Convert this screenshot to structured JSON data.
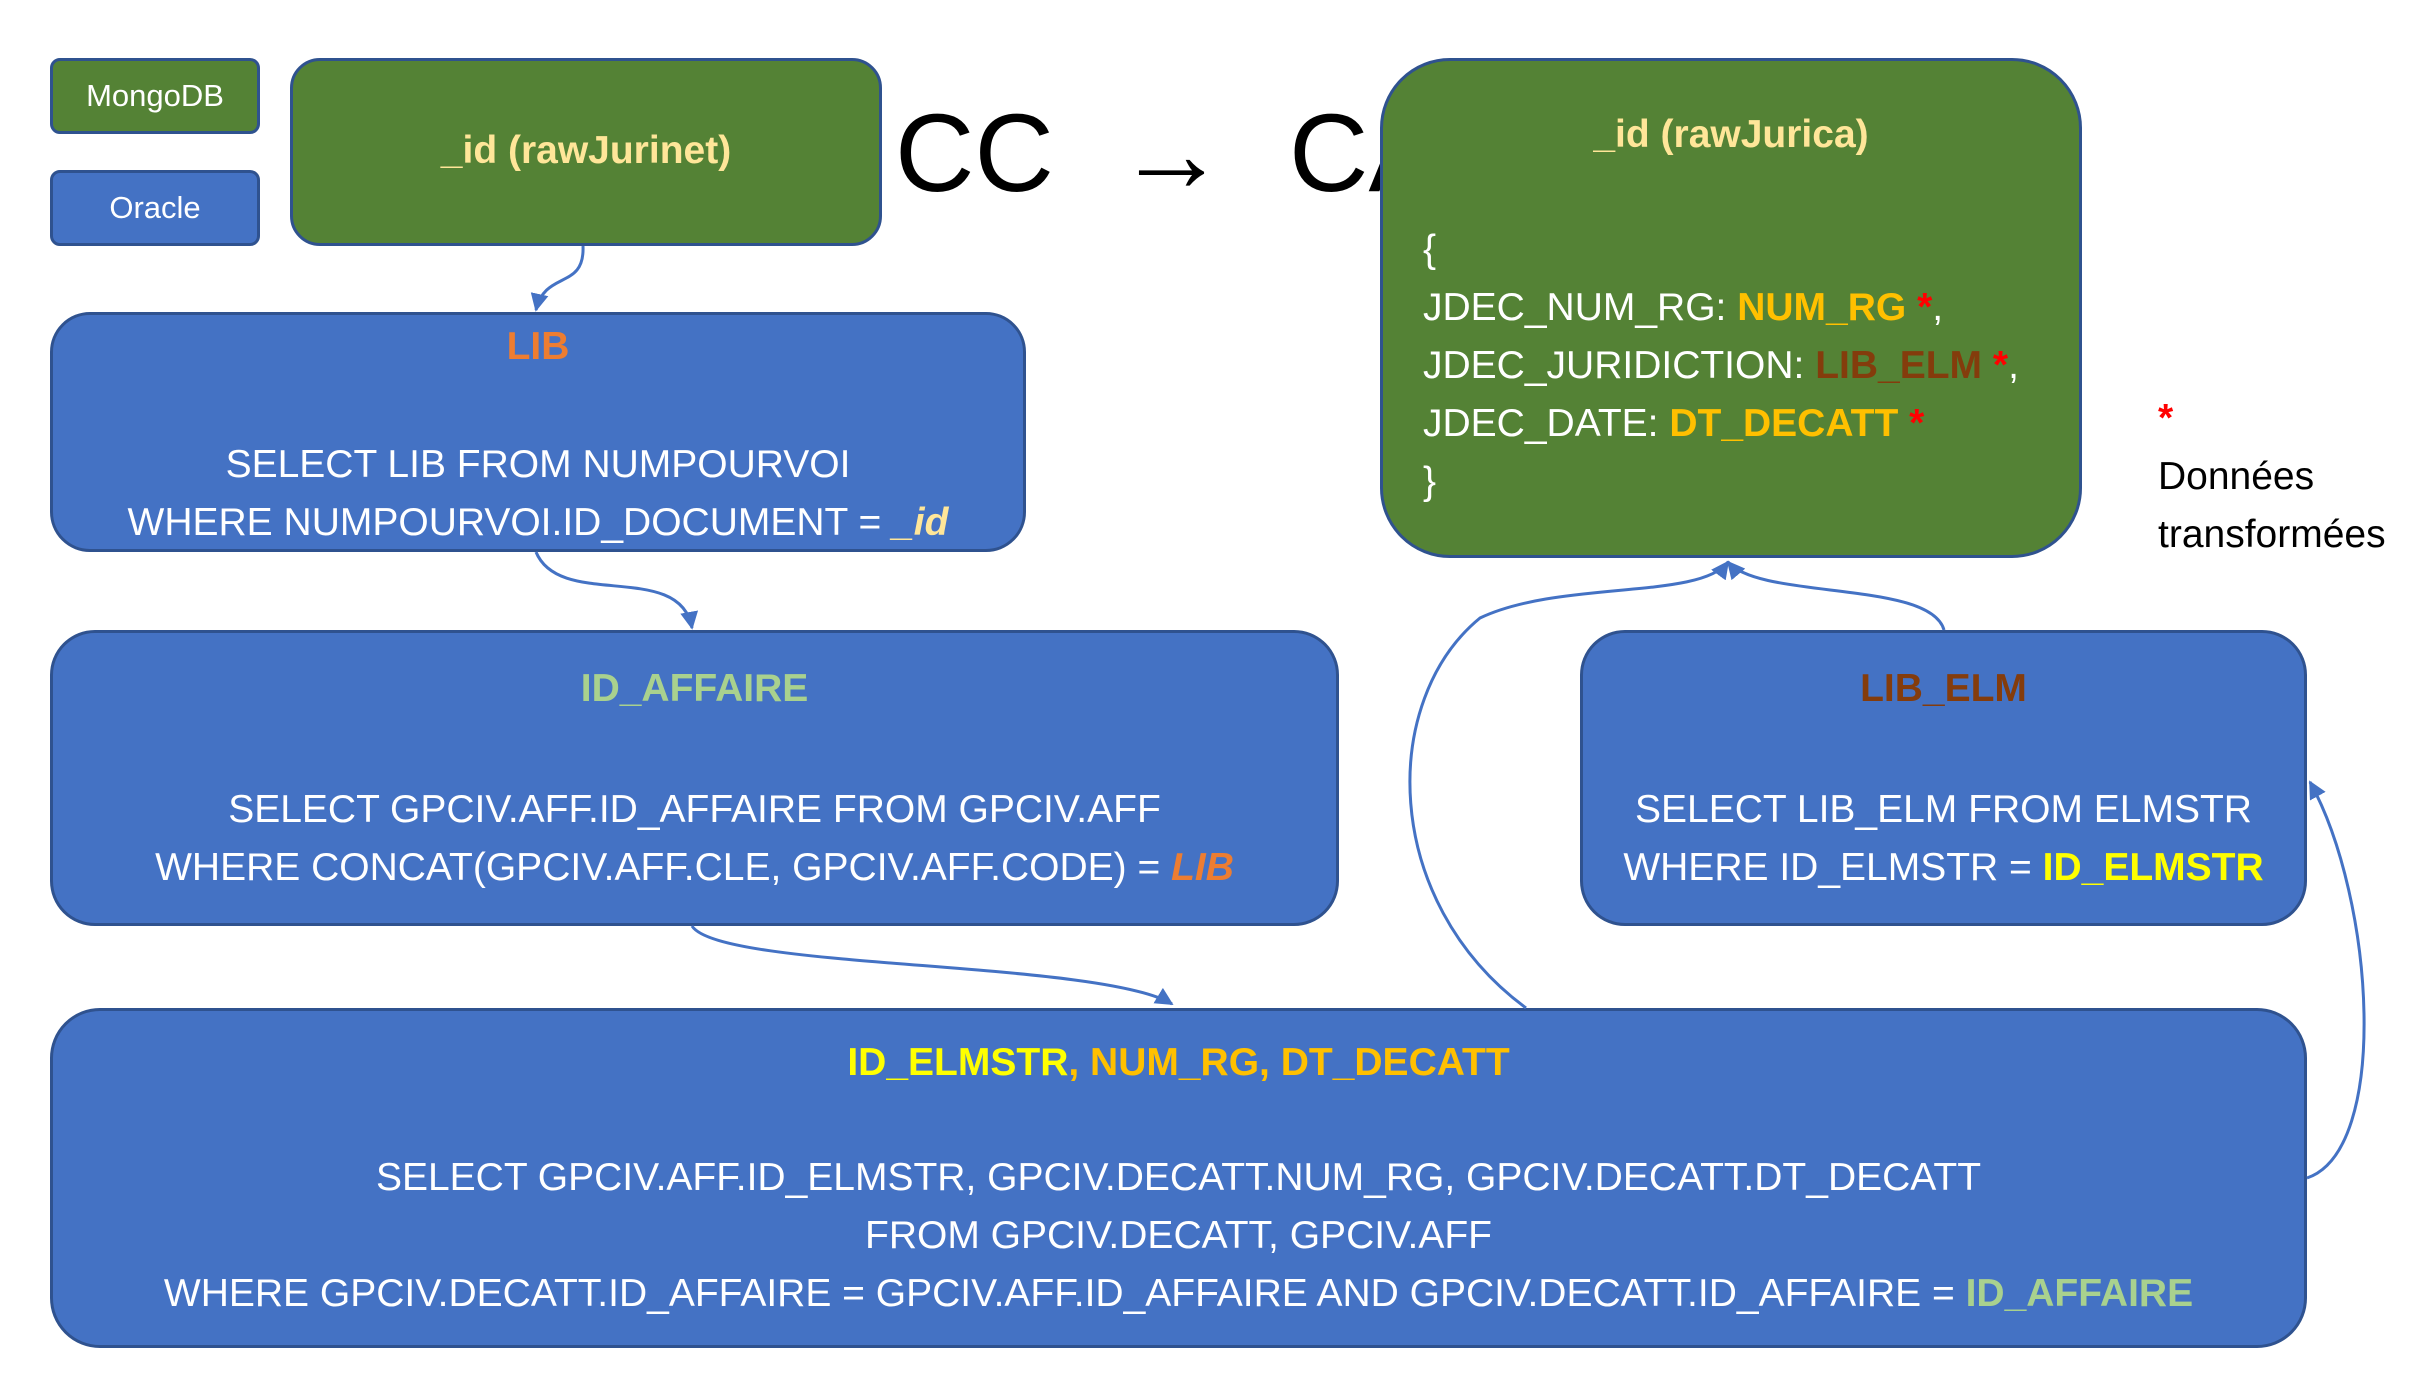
{
  "legend": {
    "mongodb": "MongoDB",
    "oracle": "Oracle"
  },
  "heading": {
    "left": "CC",
    "arrow": "→",
    "right": "CA"
  },
  "raw_jurinet": {
    "title": "_id (rawJurinet)"
  },
  "lib_box": {
    "title": "LIB",
    "line1": "SELECT LIB FROM NUMPOURVOI",
    "line2_prefix": "WHERE NUMPOURVOI.ID_DOCUMENT = ",
    "line2_var": "_id"
  },
  "affaire_box": {
    "title": "ID_AFFAIRE",
    "line1": "SELECT GPCIV.AFF.ID_AFFAIRE FROM GPCIV.AFF",
    "line2_prefix": "WHERE CONCAT(GPCIV.AFF.CLE, GPCIV.AFF.CODE) = ",
    "line2_var": "LIB"
  },
  "elmstr_box": {
    "title_part1": "ID_ELMSTR",
    "title_sep": ", ",
    "title_part2": "NUM_RG, DT_DECATT",
    "line1": "SELECT GPCIV.AFF.ID_ELMSTR, GPCIV.DECATT.NUM_RG, GPCIV.DECATT.DT_DECATT",
    "line2": "FROM GPCIV.DECATT, GPCIV.AFF",
    "line3_prefix": "WHERE GPCIV.DECATT.ID_AFFAIRE = GPCIV.AFF.ID_AFFAIRE AND GPCIV.DECATT.ID_AFFAIRE = ",
    "line3_var": "ID_AFFAIRE"
  },
  "lib_elm_box": {
    "title": "LIB_ELM",
    "line1": "SELECT LIB_ELM FROM ELMSTR",
    "line2_prefix": "WHERE ID_ELMSTR = ",
    "line2_var": "ID_ELMSTR"
  },
  "raw_jurica": {
    "title": "_id (rawJurica)",
    "open": "{",
    "f1_key": "JDEC_NUM_RG: ",
    "f1_val": "NUM_RG",
    "f2_key": "JDEC_JURIDICTION: ",
    "f2_val": "LIB_ELM",
    "f3_key": "JDEC_DATE: ",
    "f3_val": "DT_DECATT",
    "star": "*",
    "comma": ",",
    "close": "}"
  },
  "note": {
    "star": "*",
    "line1": "Données",
    "line2": "transformées"
  },
  "colors": {
    "oracle_blue": "#4472c4",
    "mongo_green": "#548235",
    "border": "#2f528f",
    "orange": "#ed7d31",
    "yellow": "#ffff00",
    "gold": "#ffc000",
    "light_green": "#a9d18e",
    "brown": "#843c0c",
    "red": "#ff0000",
    "cream": "#ffe699"
  }
}
